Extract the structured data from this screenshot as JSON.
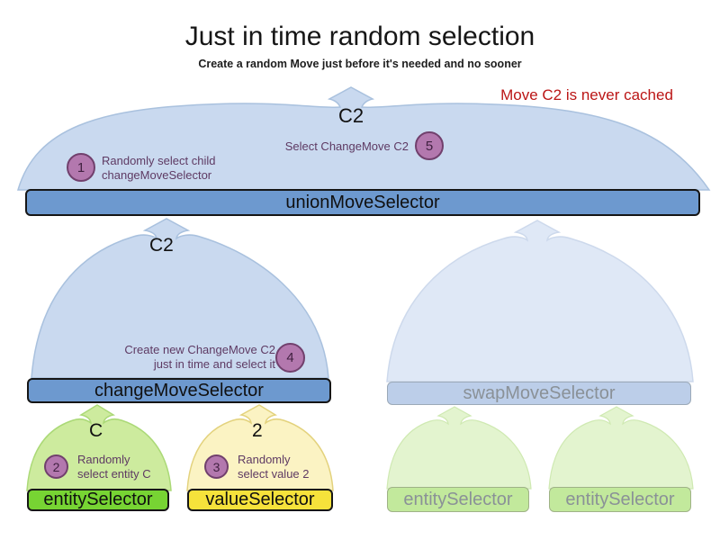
{
  "title": "Just in time random selection",
  "subtitle": "Create a random Move just before it's needed and no sooner",
  "note": "Move C2 is never cached",
  "arrows": {
    "union_input_label": "C2",
    "change_output_label": "C2",
    "entity_output_label": "C",
    "value_output_label": "2"
  },
  "selectors": {
    "union": "unionMoveSelector",
    "change": "changeMoveSelector",
    "swap": "swapMoveSelector",
    "entity": "entitySelector",
    "value": "valueSelector",
    "entity_faded_left": "entitySelector",
    "entity_faded_right": "entitySelector"
  },
  "steps": [
    {
      "num": "1",
      "line1": "Randomly select child",
      "line2": "changeMoveSelector"
    },
    {
      "num": "2",
      "line1": "Randomly",
      "line2": "select entity C"
    },
    {
      "num": "3",
      "line1": "Randomly",
      "line2": "select value 2"
    },
    {
      "num": "4",
      "line1": "Create new ChangeMove C2",
      "line2": "just in time and select it"
    },
    {
      "num": "5",
      "line1": "Select ChangeMove C2"
    }
  ],
  "colors": {
    "domeBlue": "#c9d9ef",
    "domeBlueStroke": "#a9c1de",
    "domeBlueFaded": "#dfe8f6",
    "barBlue": "#6d99cf",
    "barBlueFaded": "#bccee9",
    "green": "#77d433",
    "greenDome": "#cdeb9e",
    "yellow": "#f6e23b",
    "yellowDome": "#fbf3c3",
    "greenFaded": "#c2e99c",
    "greenDomeFaded": "#e3f4cf",
    "circleFill": "#b378ae",
    "circleStroke": "#71406d",
    "purpleText": "#5e3a63",
    "red": "#bb1616",
    "fadedText": "#8a9197"
  }
}
